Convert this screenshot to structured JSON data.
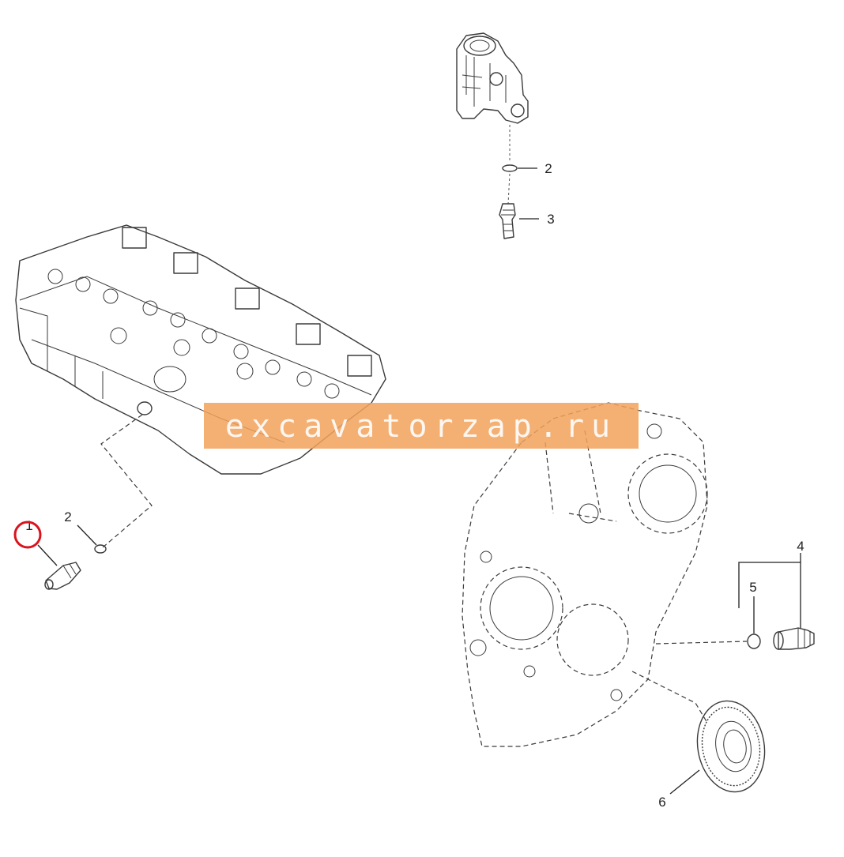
{
  "diagram": {
    "callouts": [
      {
        "id": "c1",
        "label": "1"
      },
      {
        "id": "c2a",
        "label": "2"
      },
      {
        "id": "c2b",
        "label": "2"
      },
      {
        "id": "c3",
        "label": "3"
      },
      {
        "id": "c4",
        "label": "4"
      },
      {
        "id": "c5",
        "label": "5"
      },
      {
        "id": "c6",
        "label": "6"
      }
    ],
    "highlight": {
      "label": "1",
      "color": "#d9141e"
    },
    "watermark": {
      "text": "excavatorzap.ru",
      "band_color": "#f2a15a"
    },
    "line_color": "#3a3a3a"
  }
}
